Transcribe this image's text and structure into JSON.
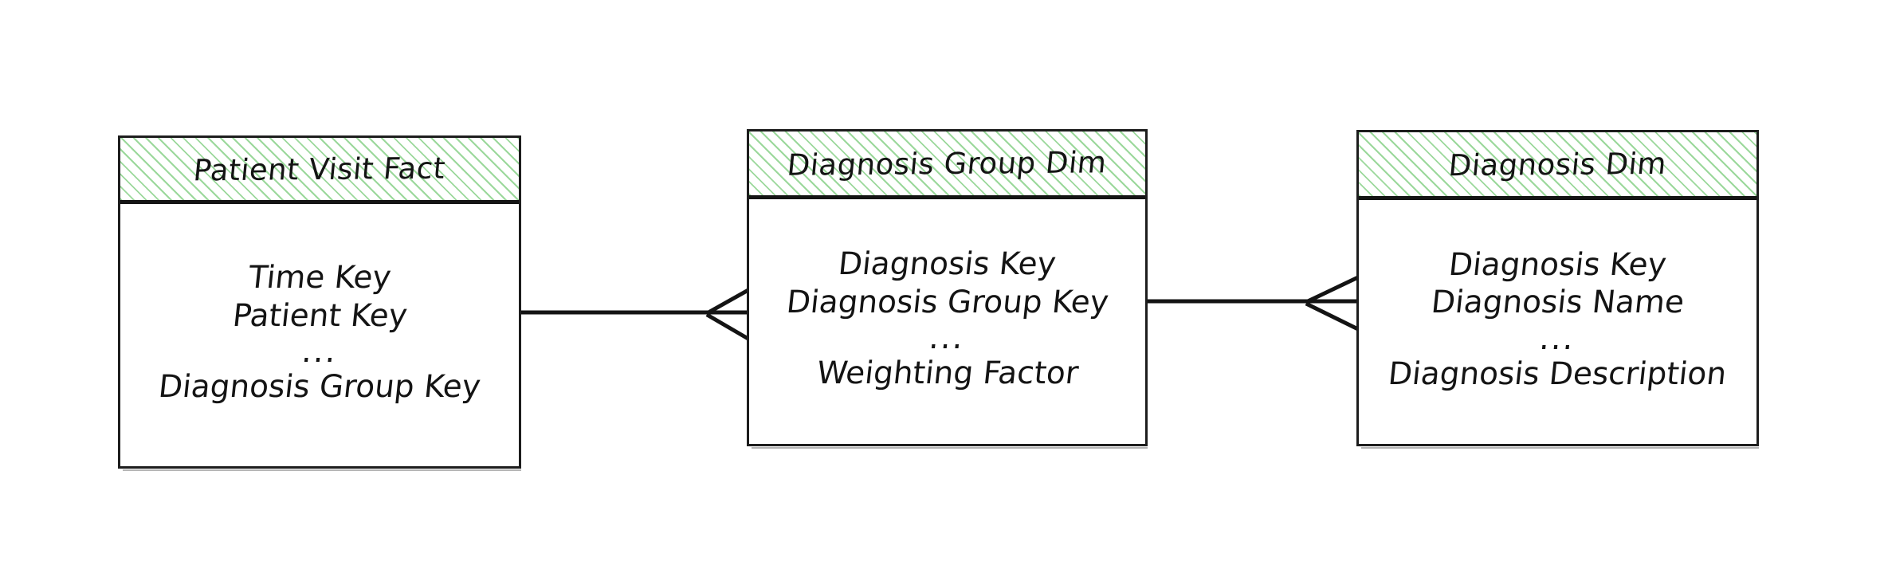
{
  "diagram": {
    "type": "entity-relationship-diagram",
    "notation": "crow's-foot",
    "background_color": "#ffffff",
    "stroke_color": "#141414",
    "header_hatch_color": "#96d696",
    "entities": [
      {
        "id": "patient-visit-fact",
        "title": "Patient Visit Fact",
        "attributes": [
          "Time Key",
          "Patient Key",
          "...",
          "Diagnosis Group Key"
        ]
      },
      {
        "id": "diagnosis-group-dim",
        "title": "Diagnosis Group Dim",
        "attributes": [
          "Diagnosis Key",
          "Diagnosis Group Key",
          "...",
          "Weighting Factor"
        ]
      },
      {
        "id": "diagnosis-dim",
        "title": "Diagnosis Dim",
        "attributes": [
          "Diagnosis Key",
          "Diagnosis Name",
          "...",
          "Diagnosis Description"
        ]
      }
    ],
    "relationships": [
      {
        "id": "fact-to-group",
        "from": "patient-visit-fact",
        "to": "diagnosis-group-dim",
        "from_cardinality": "one",
        "to_cardinality": "many"
      },
      {
        "id": "group-to-diagnosis",
        "from": "diagnosis-group-dim",
        "to": "diagnosis-dim",
        "from_cardinality": "one",
        "to_cardinality": "many"
      }
    ]
  }
}
